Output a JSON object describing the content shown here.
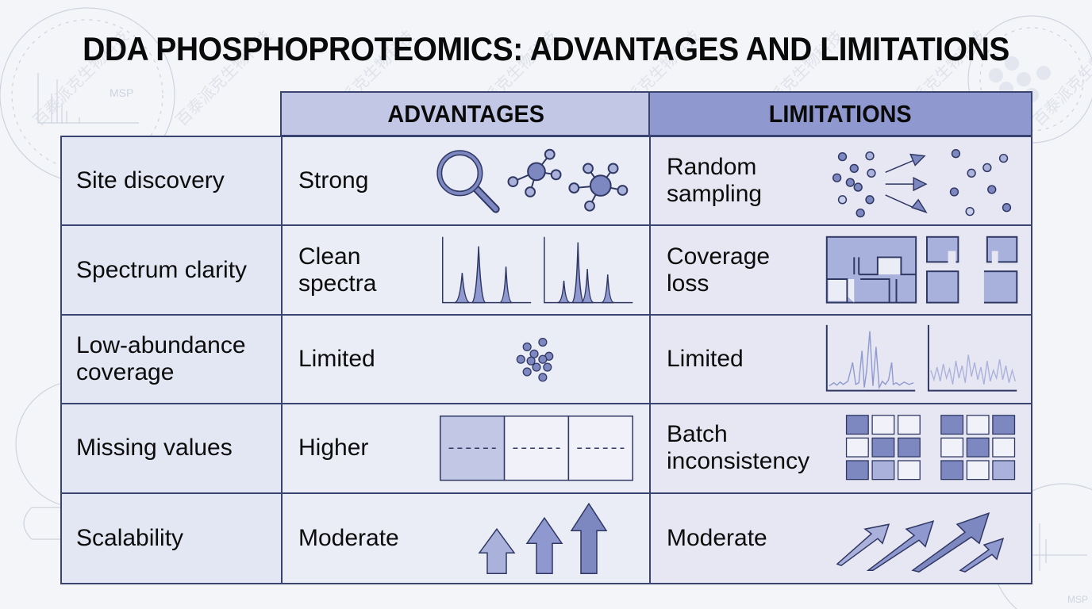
{
  "title": "DDA PHOSPHOPROTEOMICS: ADVANTAGES AND LIMITATIONS",
  "headers": {
    "advantages": "ADVANTAGES",
    "limitations": "LIMITATIONS"
  },
  "rows": [
    {
      "aspect": "Site discovery",
      "advantage": "Strong",
      "advantage_icon": "magnifier-molecules-icon",
      "limitation_line1": "Random",
      "limitation_line2": "sampling",
      "limitation_icon": "random-sampling-arrows-icon"
    },
    {
      "aspect": "Spectrum clarity",
      "advantage_line1": "Clean",
      "advantage_line2": "spectra",
      "advantage_icon": "clean-spectra-icon",
      "limitation_line1": "Coverage",
      "limitation_line2": "loss",
      "limitation_icon": "coverage-loss-blocks-icon"
    },
    {
      "aspect_line1": "Low-abundance",
      "aspect_line2": "coverage",
      "advantage": "Limited",
      "advantage_icon": "dot-cluster-icon",
      "limitation": "Limited",
      "limitation_icon": "noisy-spectra-icon"
    },
    {
      "aspect": "Missing values",
      "advantage": "Higher",
      "advantage_icon": "dashed-boxes-icon",
      "limitation_line1": "Batch",
      "limitation_line2": "inconsistency",
      "limitation_icon": "batch-grid-icon"
    },
    {
      "aspect": "Scalability",
      "advantage": "Moderate",
      "advantage_icon": "up-arrows-icon",
      "limitation": "Moderate",
      "limitation_icon": "diagonal-arrows-icon"
    }
  ],
  "watermark": {
    "text": "百泰派克生物科技",
    "logo": "MSP"
  },
  "colors": {
    "header_advantages": "#c2c7e6",
    "header_limitations": "#8f99cf",
    "border": "#3a4470",
    "icon_fill": "#7d87c0",
    "icon_stroke": "#2f3763"
  }
}
